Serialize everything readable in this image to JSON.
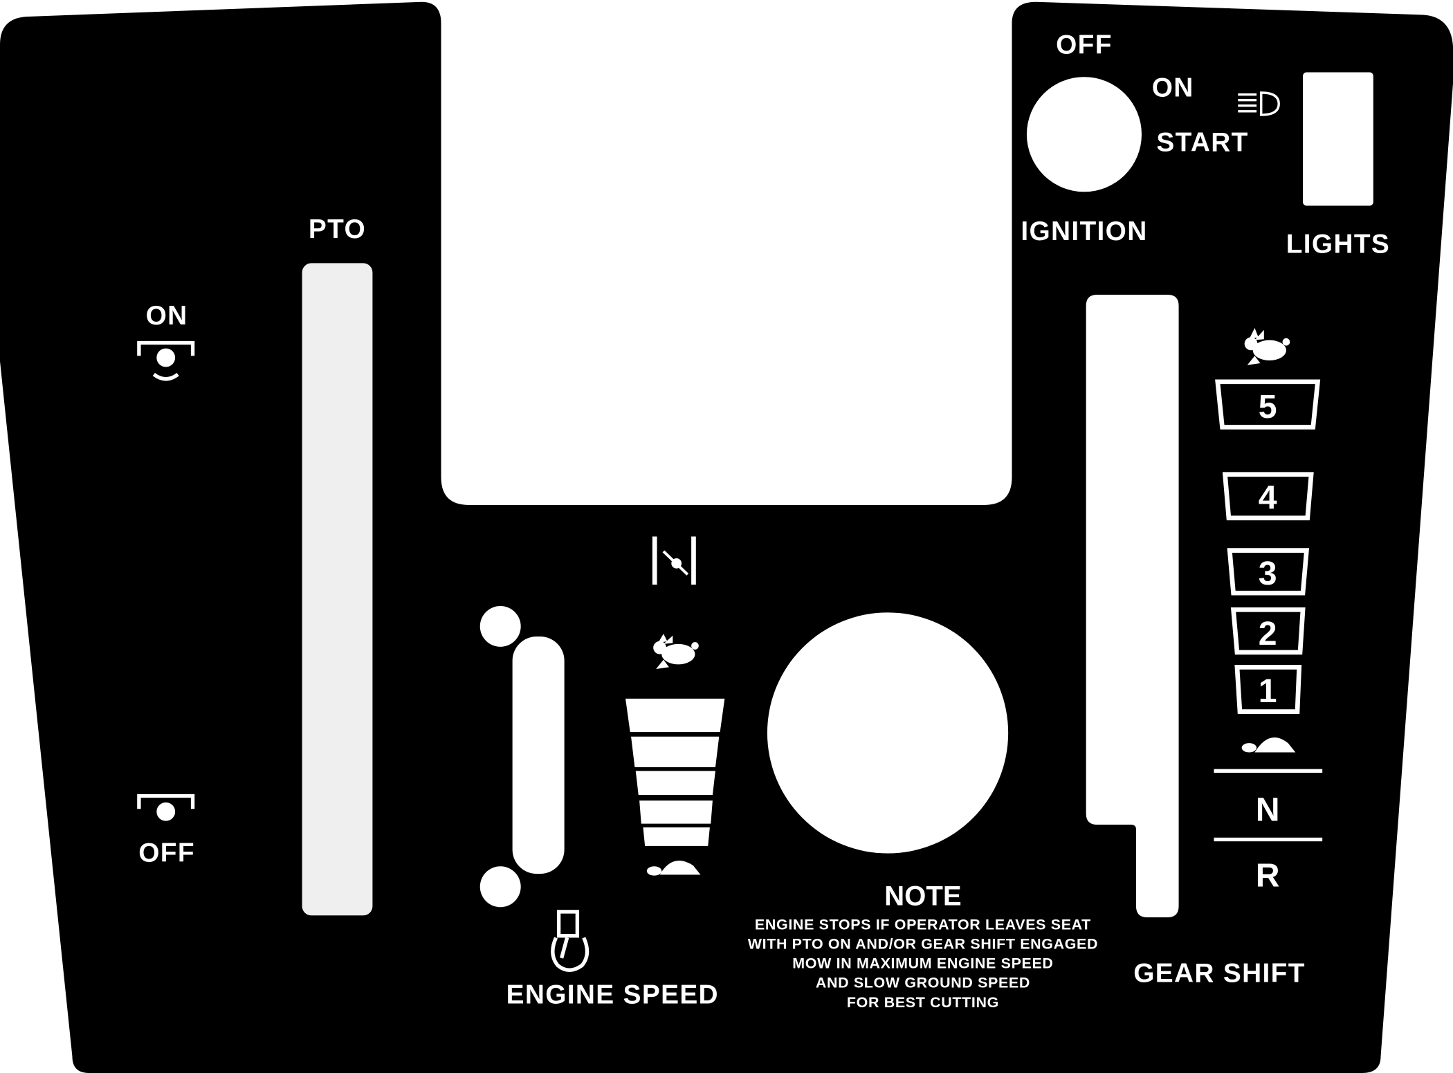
{
  "pto": {
    "title": "PTO",
    "on_label": "ON",
    "off_label": "OFF"
  },
  "ignition": {
    "title": "IGNITION",
    "off": "OFF",
    "on": "ON",
    "start": "START"
  },
  "lights": {
    "title": "LIGHTS"
  },
  "engine_speed": {
    "title": "ENGINE SPEED"
  },
  "note": {
    "title": "NOTE",
    "lines": [
      "ENGINE STOPS IF OPERATOR LEAVES SEAT",
      "WITH PTO ON AND/OR GEAR SHIFT ENGAGED",
      "MOW IN MAXIMUM ENGINE SPEED",
      "AND SLOW GROUND SPEED",
      "FOR BEST CUTTING"
    ]
  },
  "gear_shift": {
    "title": "GEAR SHIFT",
    "gears": [
      "5",
      "4",
      "3",
      "2",
      "1"
    ],
    "neutral": "N",
    "reverse": "R"
  },
  "colors": {
    "panel": "#000000",
    "cutout": "#ffffff",
    "slot": "#efefef"
  }
}
